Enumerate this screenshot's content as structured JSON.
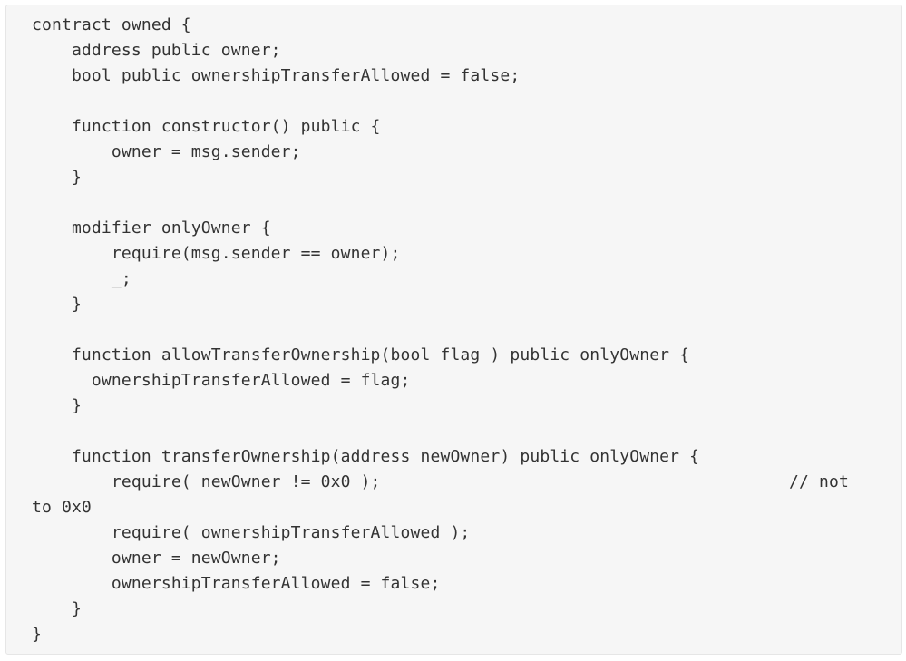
{
  "code": {
    "lines": [
      "contract owned {",
      "    address public owner;",
      "    bool public ownershipTransferAllowed = false;",
      "",
      "    function constructor() public {",
      "        owner = msg.sender;",
      "    }",
      "",
      "    modifier onlyOwner {",
      "        require(msg.sender == owner);",
      "        _;",
      "    }",
      "",
      "    function allowTransferOwnership(bool flag ) public onlyOwner {",
      "      ownershipTransferAllowed = flag;",
      "    }",
      "",
      "    function transferOwnership(address newOwner) public onlyOwner {",
      "        require( newOwner != 0x0 );                                         // not",
      "to 0x0",
      "        require( ownershipTransferAllowed );",
      "        owner = newOwner;",
      "        ownershipTransferAllowed = false;",
      "    }",
      "}"
    ]
  }
}
